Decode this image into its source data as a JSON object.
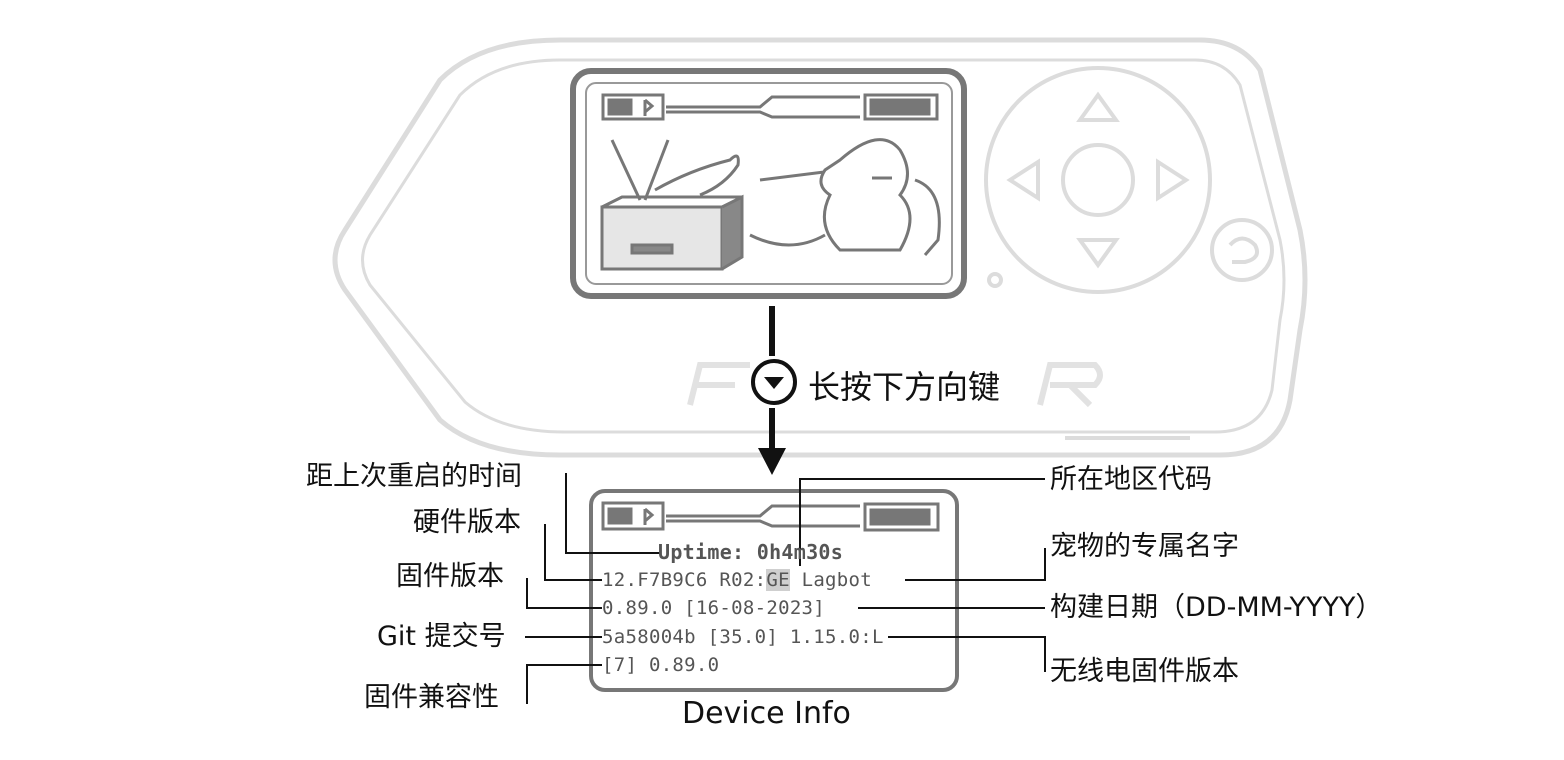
{
  "action_text": "长按下方向键",
  "caption": "Device Info",
  "screen": {
    "uptime": "Uptime: 0h4m30s",
    "line1_prefix": "12.F7B9C6 R02:",
    "line1_region": "GE",
    "line1_suffix": " Lagbot",
    "line2": "0.89.0 [16-08-2023]",
    "line3": "5a58004b [35.0] 1.15.0:L",
    "line4": "[7] 0.89.0"
  },
  "labels_left": {
    "uptime": "距上次重启的时间",
    "hardware_version": "硬件版本",
    "firmware_version": "固件版本",
    "git_commit": "Git 提交号",
    "firmware_compat": "固件兼容性"
  },
  "labels_right": {
    "region_code": "所在地区代码",
    "pet_name": "宠物的专属名字",
    "build_date": "构建日期（DD-MM-YYYY）",
    "radio_firmware": "无线电固件版本"
  },
  "icons": {
    "down_button": "down-arrow-button-icon",
    "sd_card": "sd-card-icon",
    "bluetooth": "bluetooth-icon",
    "battery": "battery-icon",
    "dolphin": "dolphin-illustration",
    "back": "back-button-icon"
  },
  "colors": {
    "device_outline": "#dedede",
    "screen_border": "#8a8a8a",
    "annotation_line": "#111111"
  }
}
